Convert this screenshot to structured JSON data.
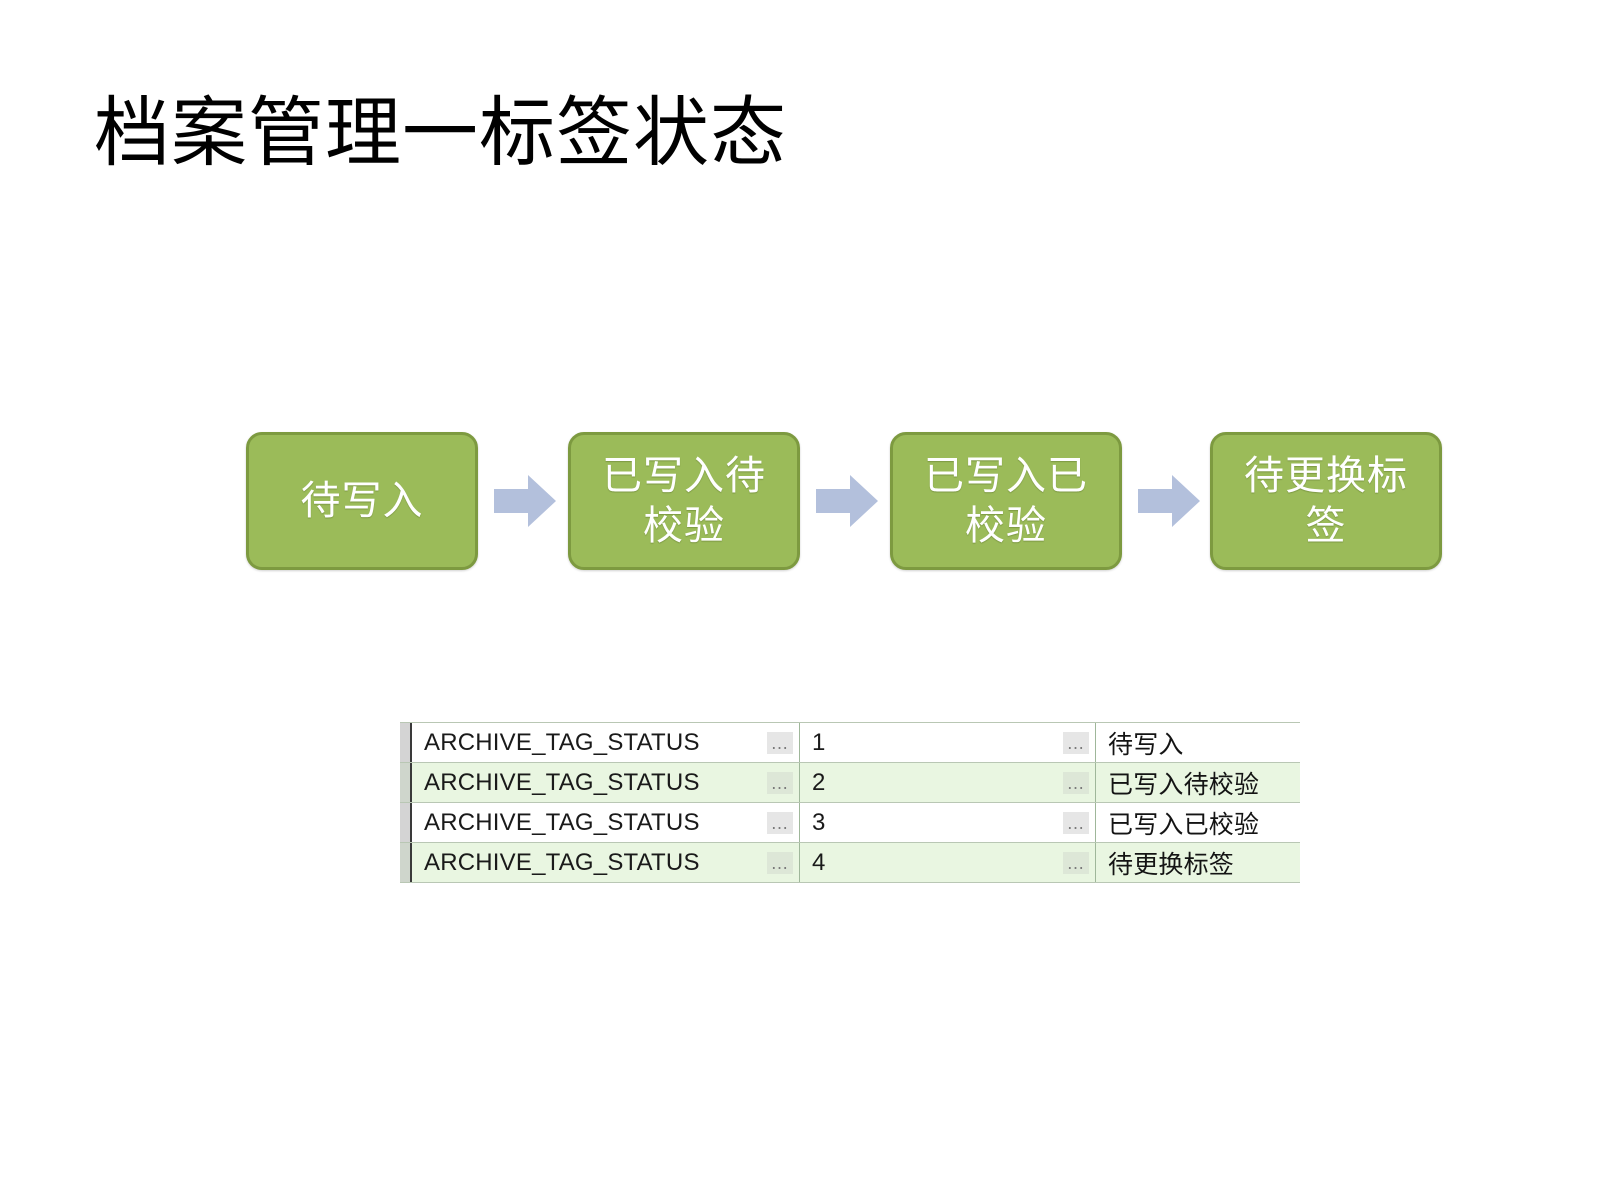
{
  "slide": {
    "title": "档案管理一标签状态",
    "background": "#FFFFFF"
  },
  "colors": {
    "box_fill": "#9BBB59",
    "box_border": "#7D9A40",
    "box_text": "#FFFFFF",
    "arrow_fill": "#B3C0DC",
    "table_row_alt": "#E9F6E1",
    "table_border": "#B9C7B4",
    "title_text": "#000000"
  },
  "flow": {
    "boxes": [
      {
        "label": "待写入"
      },
      {
        "label": "已写入待校验"
      },
      {
        "label": "已写入已校验"
      },
      {
        "label": "待更换标签"
      }
    ],
    "arrows": [
      {
        "icon": "arrow-right-icon"
      },
      {
        "icon": "arrow-right-icon"
      },
      {
        "icon": "arrow-right-icon"
      }
    ]
  },
  "table": {
    "ellipsis": "…",
    "rows": [
      {
        "name": "ARCHIVE_TAG_STATUS",
        "value": "1",
        "label": "待写入"
      },
      {
        "name": "ARCHIVE_TAG_STATUS",
        "value": "2",
        "label": "已写入待校验"
      },
      {
        "name": "ARCHIVE_TAG_STATUS",
        "value": "3",
        "label": "已写入已校验"
      },
      {
        "name": "ARCHIVE_TAG_STATUS",
        "value": "4",
        "label": "待更换标签"
      }
    ]
  }
}
